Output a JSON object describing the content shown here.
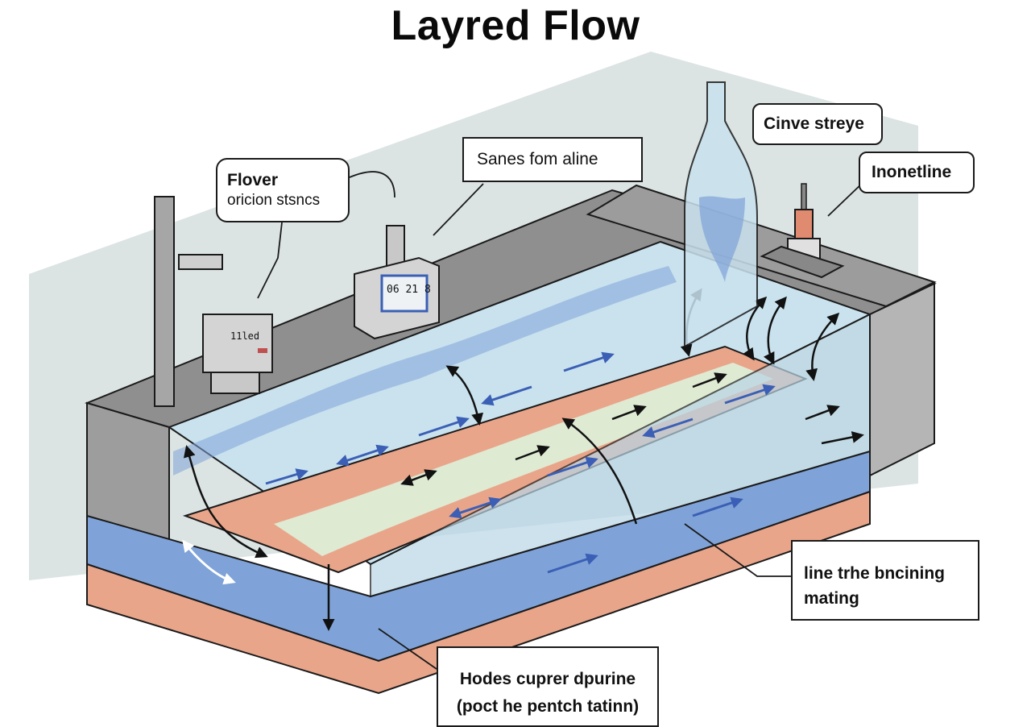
{
  "title": "Layred Flow",
  "callouts": {
    "flover": {
      "line1": "Flover",
      "line2": "oricion stsncs"
    },
    "sanes": {
      "text": "Sanes fom aline"
    },
    "cinve": {
      "text": "Cinve streye"
    },
    "inonetline": {
      "text": "Inonetline"
    },
    "line_trhe": {
      "line1": "line trhe bncining",
      "line2": "mating"
    },
    "hodes": {
      "line1": "Hodes cuprer dpurine",
      "line2": "(poct he pentch tatinn)"
    }
  },
  "devices": {
    "meter_display": "06 21 8",
    "left_meter_display": "11led"
  },
  "colors": {
    "water_light": "#c9e2ee",
    "water_blue": "#7fa3d8",
    "sediment_orange": "#e9a58a",
    "plume_green": "#dfead3",
    "concrete_gray": "#a6a6a6",
    "wall_gray": "#dbe4e3",
    "arrow_blue": "#3b5fb5"
  }
}
